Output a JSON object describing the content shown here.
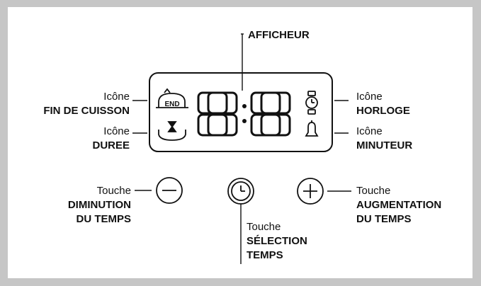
{
  "display": {
    "title": "AFFICHEUR",
    "digits": "88:88"
  },
  "icons": {
    "end_cooking": {
      "line1": "Icône",
      "line2": "FIN DE CUISSON",
      "glyph_text": "END",
      "icon": "pot-end-icon"
    },
    "duration": {
      "line1": "Icône",
      "line2": "DUREE",
      "icon": "hourglass-icon"
    },
    "clock": {
      "line1": "Icône",
      "line2": "HORLOGE",
      "icon": "watch-icon"
    },
    "timer": {
      "line1": "Icône",
      "line2": "MINUTEUR",
      "icon": "bell-icon"
    }
  },
  "buttons": {
    "minus": {
      "line1": "Touche",
      "line2": "DIMINUTION",
      "line3": "DU TEMPS",
      "icon": "minus-icon"
    },
    "select": {
      "line1": "Touche",
      "line2": "SÉLECTION",
      "line3": "TEMPS",
      "icon": "clock-icon"
    },
    "plus": {
      "line1": "Touche",
      "line2": "AUGMENTATION",
      "line3": "DU TEMPS",
      "icon": "plus-icon"
    }
  },
  "colors": {
    "background": "#c6c6c6",
    "panel": "#ffffff",
    "ink": "#111111"
  }
}
